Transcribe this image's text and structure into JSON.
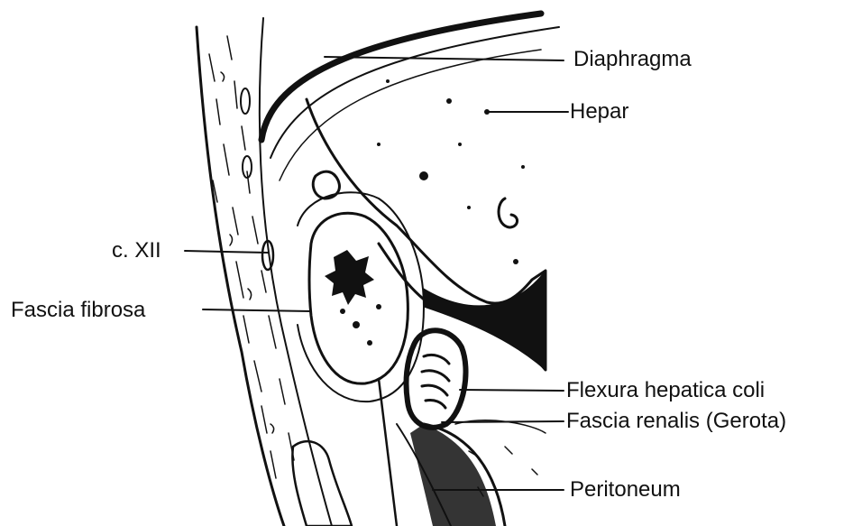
{
  "diagram": {
    "labels": {
      "diaphragma": "Diaphragma",
      "hepar": "Hepar",
      "c_xii": "c. XII",
      "fascia_fibrosa": "Fascia fibrosa",
      "flexura_hepatica_coli": "Flexura hepatica coli",
      "fascia_renalis": "Fascia renalis (Gerota)",
      "peritoneum": "Peritoneum"
    }
  },
  "colors": {
    "ink": "#111111",
    "paper": "#ffffff"
  }
}
